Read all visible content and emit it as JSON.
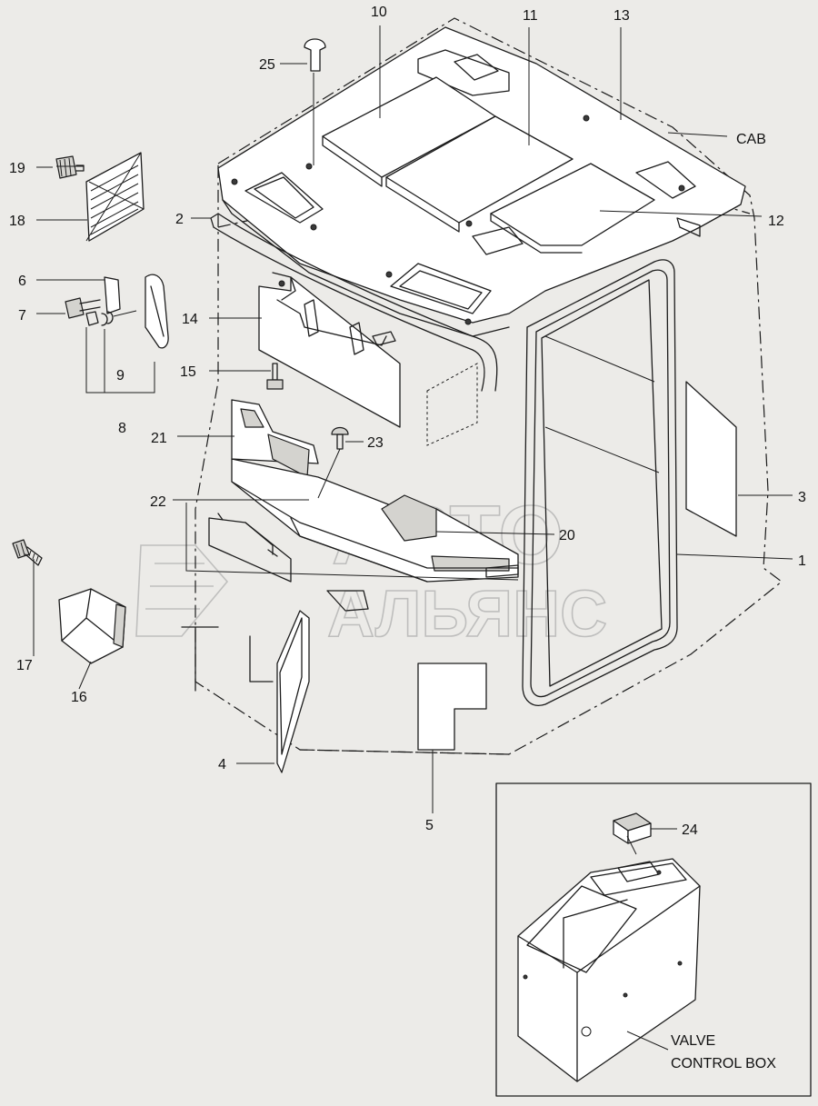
{
  "callouts": {
    "p1": "1",
    "p2": "2",
    "p3": "3",
    "p4": "4",
    "p5": "5",
    "p6": "6",
    "p7": "7",
    "p8": "8",
    "p9": "9",
    "p10": "10",
    "p11": "11",
    "p12": "12",
    "p13": "13",
    "p14": "14",
    "p15": "15",
    "p16": "16",
    "p17": "17",
    "p18": "18",
    "p19": "19",
    "p20": "20",
    "p21": "21",
    "p22": "22",
    "p23": "23",
    "p24": "24",
    "p25": "25"
  },
  "labels": {
    "cab": "CAB",
    "valve_control_box_line1": "VALVE",
    "valve_control_box_line2": "CONTROL BOX"
  },
  "watermark": {
    "line1": "АВТО",
    "line2": "АЛЬЯНС"
  }
}
